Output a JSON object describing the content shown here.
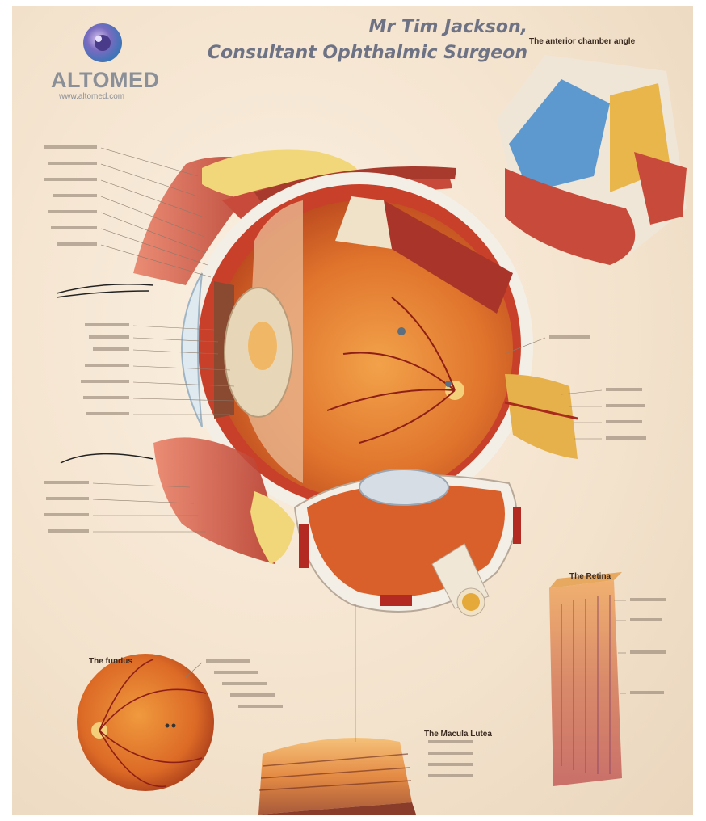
{
  "credit": {
    "name": "Mr Tim Jackson,",
    "role": "Consultant Ophthalmic Surgeon"
  },
  "logo": {
    "brand": "ALTOMED",
    "url": "www.altomed.com"
  },
  "panels": {
    "angle_title": "The anterior chamber angle",
    "retina_title": "The Retina",
    "fundus_title": "The fundus",
    "macula_title": "The Macula Lutea"
  },
  "colors": {
    "background": "#f3e2cc",
    "sclera": "#f4efe6",
    "retina": "#e0742c",
    "muscle": "#c84a3a",
    "fat": "#f2d67a",
    "iris_blue": "#5d98cf",
    "text_credit": "#6d7285"
  }
}
